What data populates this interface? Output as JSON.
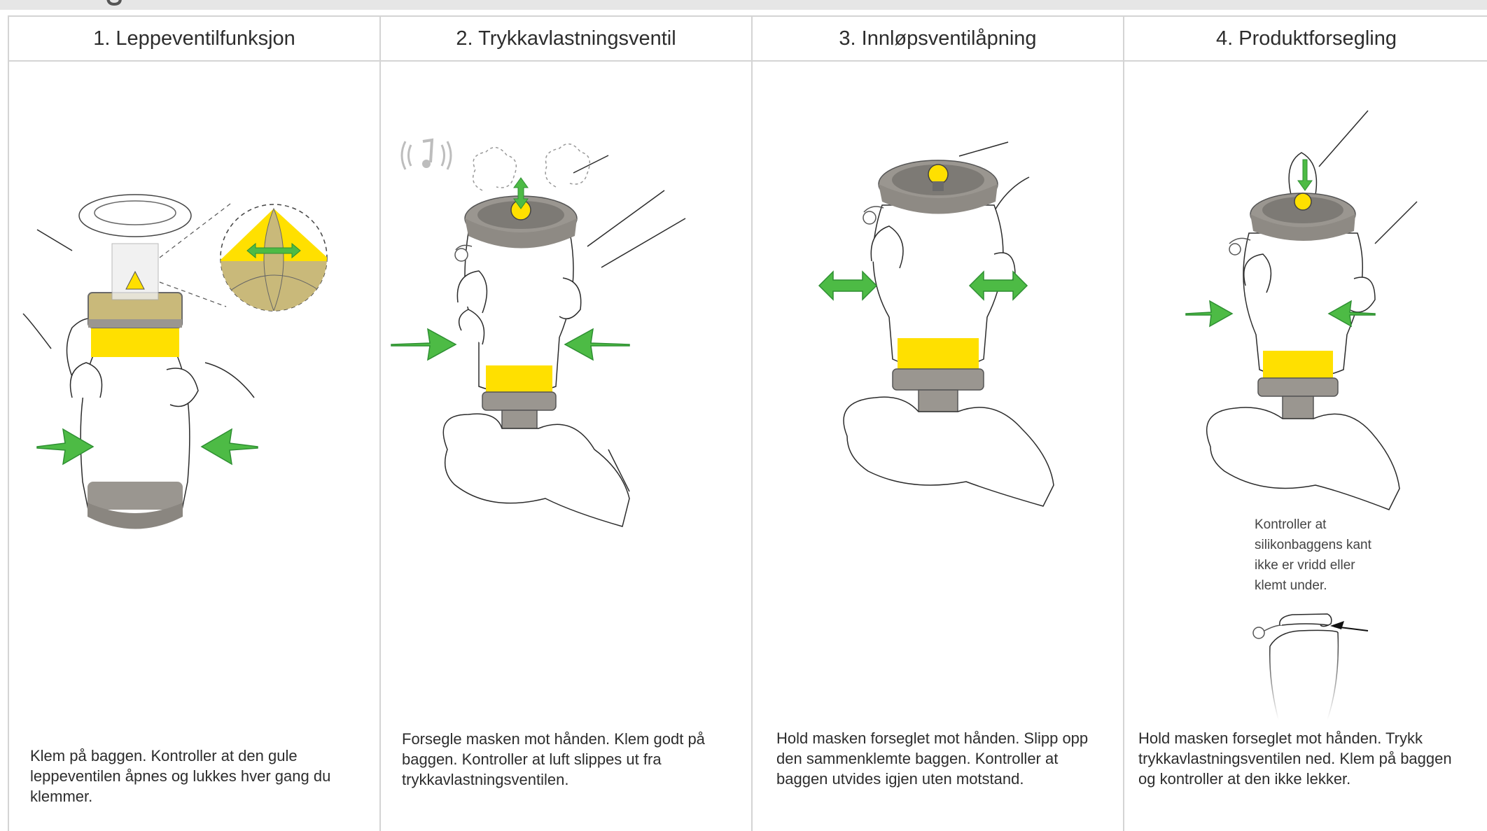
{
  "colors": {
    "yellow": "#FFE000",
    "dark_yellow": "#C9B97A",
    "arrow_green": "#4DBB45",
    "arrow_green_dark": "#2E8F32",
    "gray_body": "#9A9690",
    "line": "#2b2b2b",
    "grid_line": "#D4D4D4",
    "top_bar": "#E6E6E6"
  },
  "steps": [
    {
      "title": "1. Leppeventilfunksjon",
      "description": "Klem på baggen. Kontroller at den gule leppeventilen åpnes og lukkes hver gang du klemmer."
    },
    {
      "title": "2. Trykkavlastningsventil",
      "description": "Forsegle masken mot hånden. Klem godt på baggen. Kontroller at luft slippes ut fra trykkavlastningsventilen."
    },
    {
      "title": "3. Innløpsventilåpning",
      "description": "Hold masken forseglet mot hånden. Slipp opp den sammenklemte baggen. Kontroller at baggen utvides igjen uten motstand."
    },
    {
      "title": "4. Produktforsegling",
      "description": "Hold masken forseglet mot hånden. Trykk trykkavlastningsventilen ned. Klem på baggen og kontroller at den ikke lekker.",
      "note": "Kontroller at silikonbaggens kant ikke er vridd eller klemt under."
    }
  ]
}
